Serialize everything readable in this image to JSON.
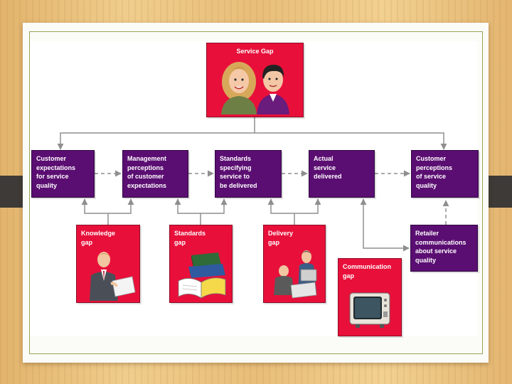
{
  "diagram": {
    "service_gap": {
      "label": "Service Gap"
    },
    "customer_expectations": {
      "lines": [
        "Customer",
        "expectations",
        "for service",
        "quality"
      ]
    },
    "management_perceptions": {
      "lines": [
        "Management",
        "perceptions",
        "of customer",
        "expectations"
      ]
    },
    "service_standards": {
      "lines": [
        "Standards",
        "specifying",
        "service to",
        "be delivered"
      ]
    },
    "actual_service": {
      "lines": [
        "Actual",
        "service",
        "delivered"
      ]
    },
    "customer_perceptions": {
      "lines": [
        "Customer",
        "perceptions",
        "of service",
        "quality"
      ]
    },
    "knowledge_gap": {
      "lines": [
        "Knowledge",
        "gap"
      ]
    },
    "standards_gap": {
      "lines": [
        "Standards",
        "gap"
      ]
    },
    "delivery_gap": {
      "lines": [
        "Delivery",
        "gap"
      ]
    },
    "retailer_communications": {
      "lines": [
        "Retailer",
        "communications",
        "about service",
        "quality"
      ]
    },
    "communication_gap": {
      "lines": [
        "Communication",
        "gap"
      ]
    }
  },
  "colors": {
    "purple_box": "#5b0e72",
    "red_box": "#e8103a",
    "connector": "#8f8f8f"
  }
}
